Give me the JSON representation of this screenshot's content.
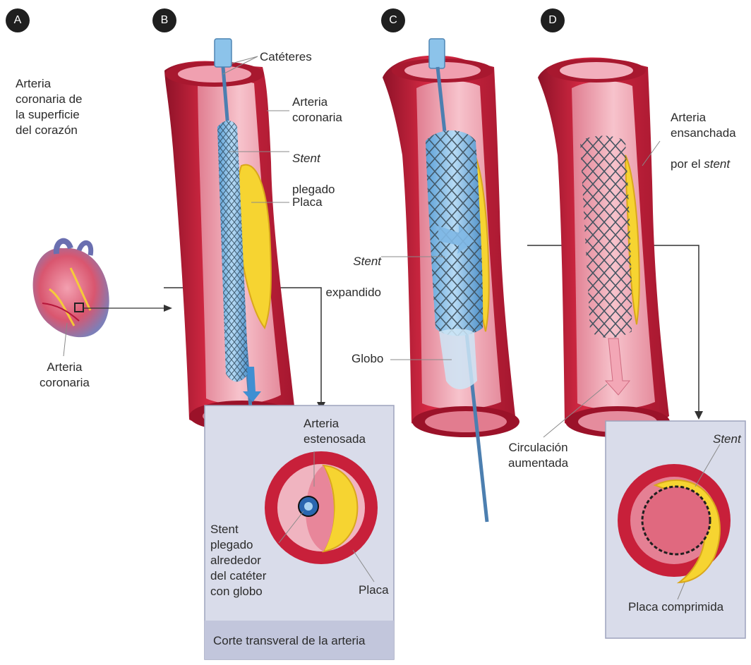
{
  "panels": {
    "a": {
      "badge": "A",
      "heading": "Arteria\ncoronaria de\nla superficie\ndel corazón",
      "heart_label": "Arteria\ncoronaria"
    },
    "b": {
      "badge": "B",
      "cateteres": "Catéteres",
      "arteria_coronaria": "Arteria\ncoronaria",
      "stent_word": "Stent",
      "plegado": "plegado",
      "placa": "Placa"
    },
    "c": {
      "badge": "C",
      "stent_word": "Stent",
      "expandido": "expandido",
      "globo": "Globo",
      "circulacion": "Circulación\naumentada"
    },
    "d": {
      "badge": "D",
      "arteria_ensanchada": "Arteria\nensanchada",
      "por_el": "por el ",
      "stent_word": "stent"
    }
  },
  "inset_b": {
    "arteria_estenosada": "Arteria\nestenosada",
    "stent_plegado": "Stent\nplegado\nalrededor\ndel catéter\ncon globo",
    "placa": "Placa",
    "caption": "Corte transveral de la arteria"
  },
  "inset_d": {
    "stent": "Stent",
    "placa_comprimida": "Placa comprimida"
  },
  "colors": {
    "artery_red": "#c8203a",
    "artery_dark": "#8e1228",
    "lumen_pink": "#f2a6b4",
    "plaque_yellow": "#f6d431",
    "catheter_blue": "#5a9fd6",
    "inset_bg": "#d9dcea"
  }
}
